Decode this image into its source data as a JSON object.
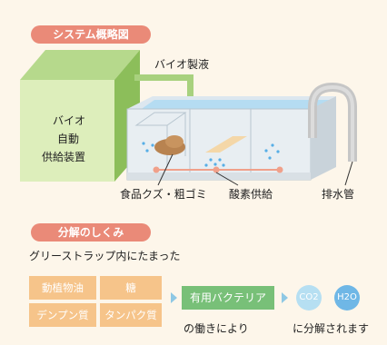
{
  "section1": {
    "title": "システム概略図"
  },
  "labels": {
    "bio_liquid": "バイオ製液",
    "device": [
      "バイオ",
      "自動",
      "供給装置"
    ],
    "food_waste": "食品クズ・粗ゴミ",
    "oxygen": "酸素供給",
    "drain": "排水管"
  },
  "section2": {
    "title": "分解のしくみ",
    "intro": "グリーストラップ内にたまった",
    "items": [
      "動植物油",
      "糖",
      "デンプン質",
      "タンパク質"
    ],
    "bacteria": "有用バクテリア",
    "bacteria_caption": "の働きにより",
    "co2": "CO2",
    "h2o": "H2O",
    "result": "に分解されます"
  }
}
